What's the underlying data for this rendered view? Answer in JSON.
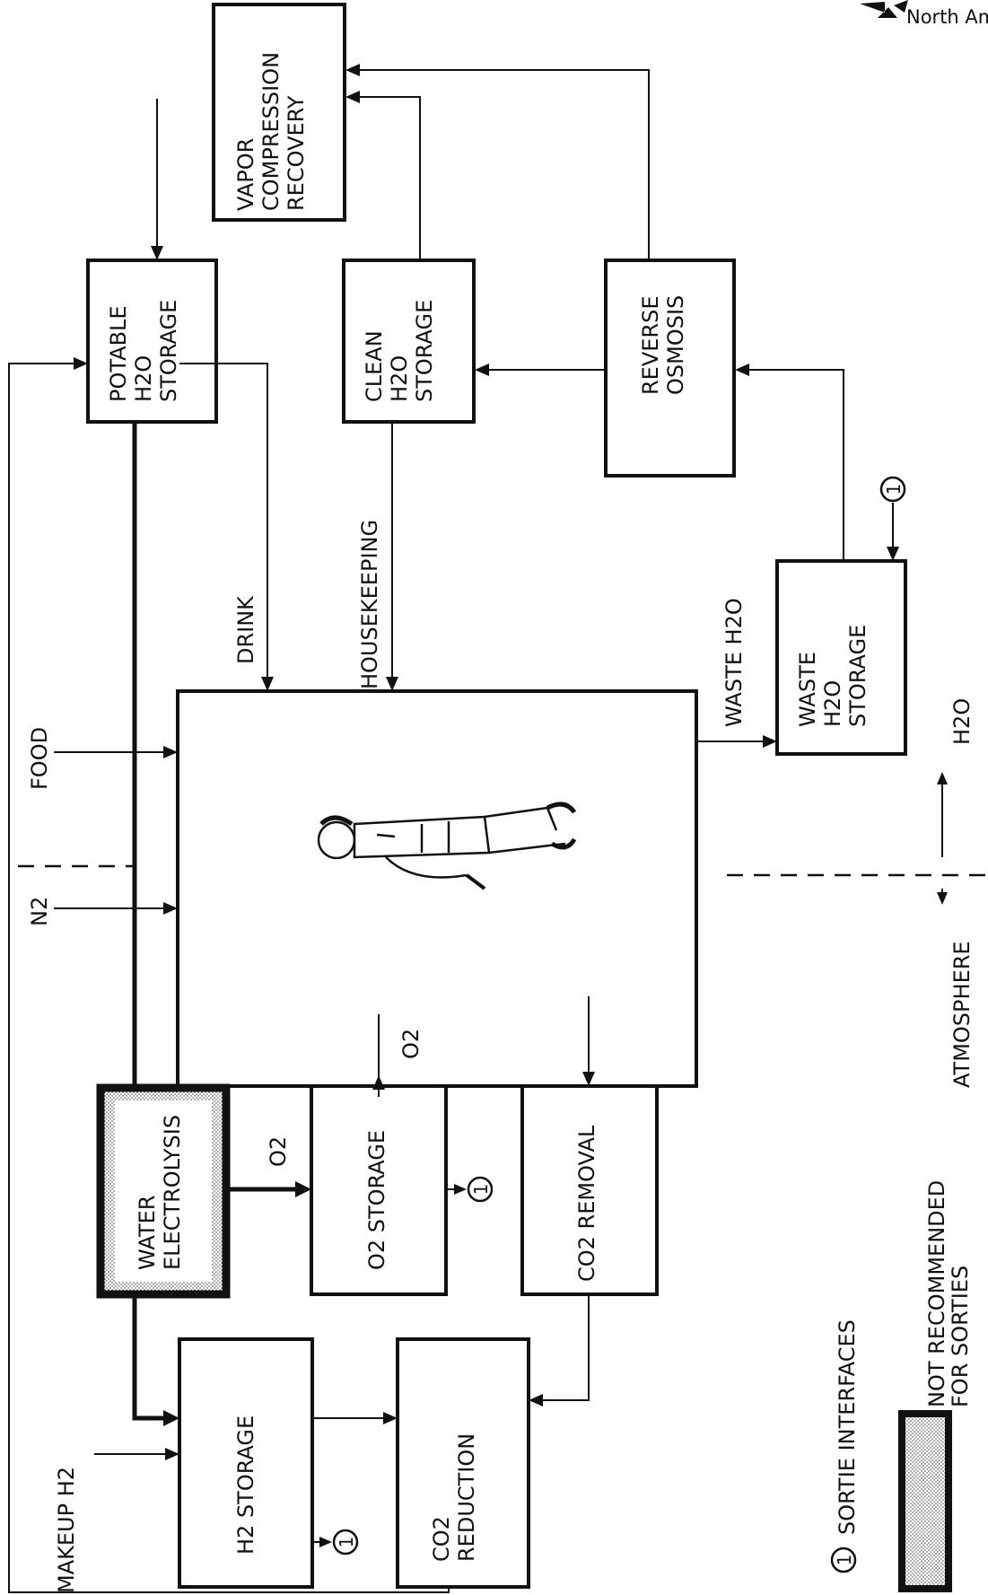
{
  "boxes": {
    "vapor": [
      "VAPOR",
      "COMPRESSION",
      "RECOVERY"
    ],
    "potable": [
      "POTABLE",
      "H2O",
      "STORAGE"
    ],
    "clean": [
      "CLEAN",
      "H2O",
      "STORAGE"
    ],
    "reverse": [
      "REVERSE",
      "OSMOSIS"
    ],
    "waste": [
      "WASTE",
      "H2O",
      "STORAGE"
    ],
    "electrolysis": [
      "WATER",
      "ELECTROLYSIS"
    ],
    "o2_storage": "O2 STORAGE",
    "co2_removal": "CO2 REMOVAL",
    "h2_storage": "H2 STORAGE",
    "co2_reduction": [
      "CO2",
      "REDUCTION"
    ]
  },
  "flows": {
    "drink": "DRINK",
    "housekeeping": "HOUSEKEEPING",
    "waste_h2o": "WASTE H2O",
    "food": "FOOD",
    "n2": "N2",
    "o2_to_cabin": "O2",
    "o2_from_electrolysis": "O2",
    "makeup_h2": "MAKEUP H2",
    "h2o_vent": "H2O",
    "atmosphere": "ATMOSPHERE"
  },
  "interface_marker": "1",
  "legend": {
    "sortie_interfaces": "SORTIE INTERFACES",
    "not_recommended": [
      "NOT RECOMMENDED",
      "FOR SORTIES"
    ]
  },
  "logo_text": "North American"
}
